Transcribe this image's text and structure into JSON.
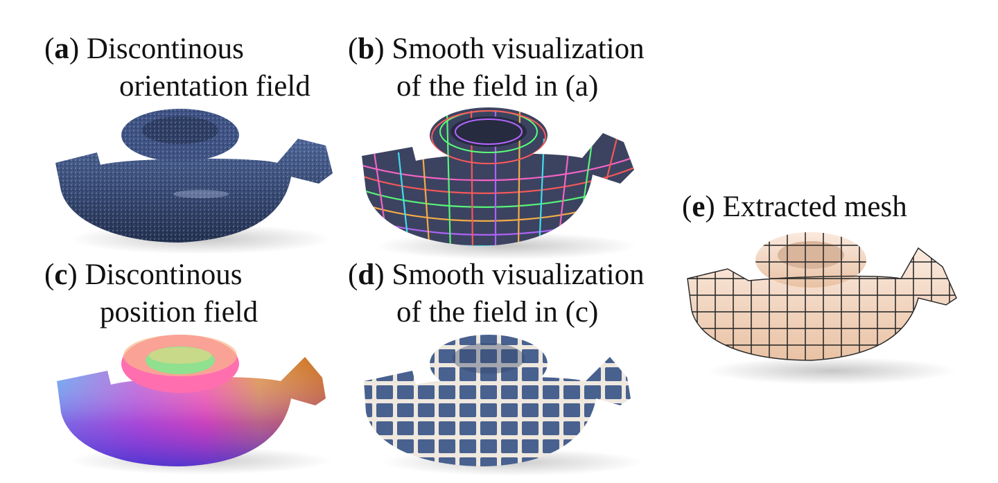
{
  "figure": {
    "panels": [
      {
        "id": "a",
        "label": "a",
        "line1": "Discontinous",
        "line2": "orientation field",
        "surface_color": "#3b4f7a",
        "render": "noisy-blue-dots"
      },
      {
        "id": "b",
        "label": "b",
        "line1": "Smooth visualization",
        "line2": "of the field in (a)",
        "surface_color": "#3c4360",
        "render": "colored-cross-field-lines",
        "line_colors": [
          "#ff5a5a",
          "#5aff7a",
          "#ffb347",
          "#b566ff",
          "#42e6f5",
          "#ff66cc"
        ]
      },
      {
        "id": "c",
        "label": "c",
        "line1": "Discontinous",
        "line2": "position field",
        "render": "rainbow-patches",
        "gradient_colors": [
          "#6aa8f0",
          "#ff5fa8",
          "#7ee38a",
          "#d98b2b",
          "#8b1fd8",
          "#3b2fd0"
        ]
      },
      {
        "id": "d",
        "label": "d",
        "line1": "Smooth visualization",
        "line2": "of the field in (c)",
        "surface_color": "#48618f",
        "grid_color": "#efe8df",
        "render": "tiled-grid"
      },
      {
        "id": "e",
        "label": "e",
        "line1": "Extracted mesh",
        "line2": "",
        "surface_color": "#f6dcc7",
        "edge_color": "#2a2a2a",
        "render": "quad-mesh"
      }
    ]
  }
}
